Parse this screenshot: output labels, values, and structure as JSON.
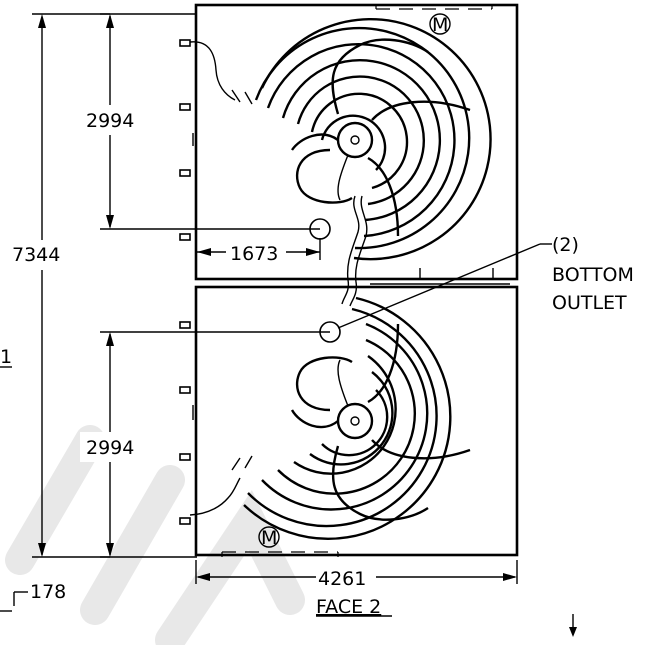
{
  "dimensions": {
    "overall_height": "7344",
    "upper_offset": "2994",
    "lower_offset": "2994",
    "horizontal_offset": "1673",
    "width": "4261",
    "bottom_offset": "178",
    "left_edge_fragment": "1"
  },
  "labels": {
    "outlet_count": "(2)",
    "outlet_line1": "BOTTOM",
    "outlet_line2": "OUTLET",
    "face_title": "FACE 2",
    "motor_mark_top": "M",
    "motor_mark_bottom": "M"
  }
}
